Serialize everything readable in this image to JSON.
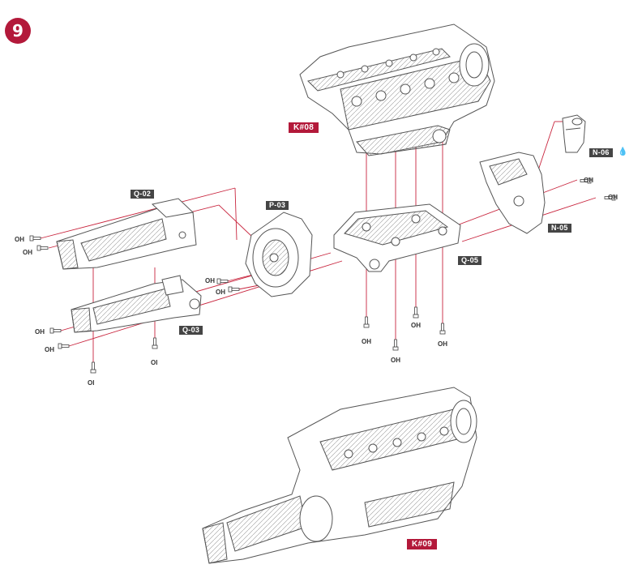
{
  "step": {
    "number": "9"
  },
  "parts": {
    "q02": "Q-02",
    "q03": "Q-03",
    "p03": "P-03",
    "q05": "Q-05",
    "n05": "N-05",
    "n06": "N-06"
  },
  "kits": {
    "engine_top": "K#08",
    "engine_bottom": "K#09"
  },
  "screws": {
    "oh": "OH",
    "oi": "OI"
  },
  "icons": {
    "n06_marker": "drop-icon"
  },
  "colors": {
    "accent": "#b3193a",
    "label_bg": "#454545",
    "guide_line": "#c8243d",
    "outline": "#555555"
  }
}
